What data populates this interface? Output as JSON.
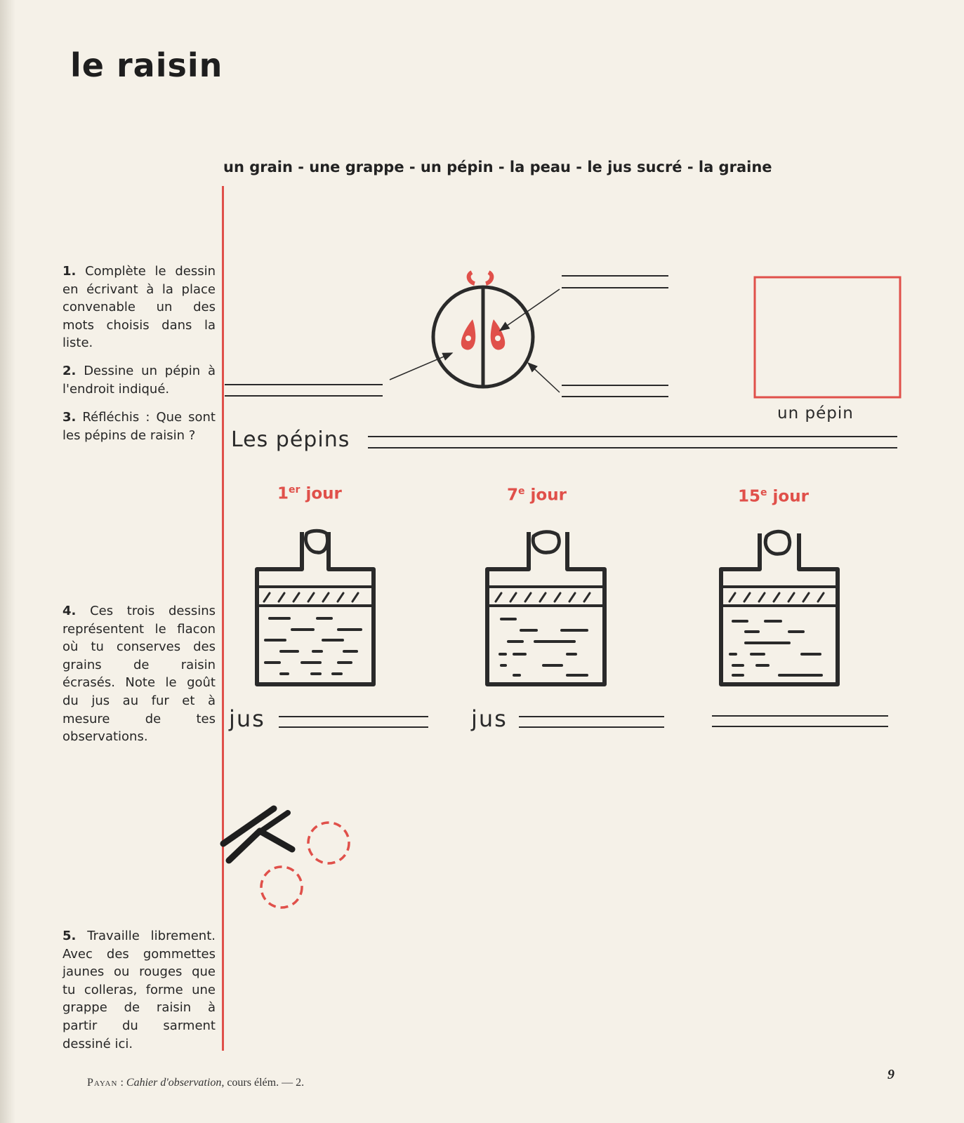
{
  "title": "le raisin",
  "word_list": "un grain - une grappe - un pépin - la peau - le jus sucré - la graine",
  "instructions": [
    {
      "number": "1.",
      "text": "Complète le dessin en écrivant à la place convenable un des mots choisis dans la liste."
    },
    {
      "number": "2.",
      "text": "Dessine un pépin à l'endroit indiqué."
    },
    {
      "number": "3.",
      "text": "Réfléchis : Que sont les pépins de raisin ?"
    },
    {
      "number": "4.",
      "text": "Ces trois dessins représentent le flacon où tu conserves des grains de raisin écrasés. Note le goût du jus au fur et à mesure de tes observations."
    },
    {
      "number": "5.",
      "text": "Travaille librement. Avec des gommettes jaunes ou rouges que tu colleras, forme une grappe de raisin à partir du sarment dessiné ici."
    }
  ],
  "drawing_box_label": "un pépin",
  "pepins_prompt": "Les pépins",
  "days": [
    {
      "num": "1",
      "sup": "er",
      "word": "jour"
    },
    {
      "num": "7",
      "sup": "e",
      "word": "jour"
    },
    {
      "num": "15",
      "sup": "e",
      "word": "jour"
    }
  ],
  "jus_label": "jus",
  "footer": {
    "author": "Payan",
    "separator": " : ",
    "book": "Cahier d'observation,",
    "rest": " cours élém. — 2."
  },
  "page_number": "9",
  "colors": {
    "accent_red": "#e0504a",
    "ink": "#2a2a2a",
    "paper": "#f5f1e8"
  }
}
